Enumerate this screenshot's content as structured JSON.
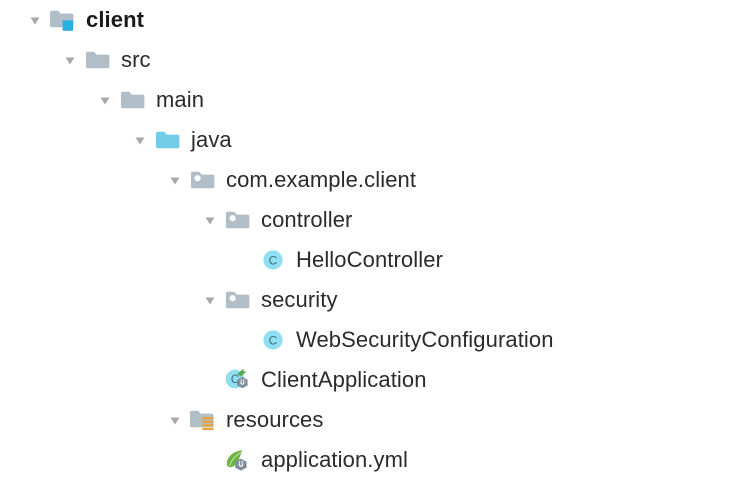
{
  "panel": {
    "name": "project-tool-window",
    "background": "#ffffff",
    "text_color": "#2b2b2b"
  },
  "colors": {
    "folder_gray": "#b1bec8",
    "folder_java": "#74cbe8",
    "module_badge_blue": "#29b0e3",
    "class_circle": "#90dff0",
    "class_letter": "#3b6b78",
    "resources_badge_orange": "#e8a33d",
    "spring_green": "#6db33f",
    "boot_badge_gray": "#7d8b96",
    "run_arrow_green": "#5aa84f",
    "arrow_triangle": "#a9a9a9"
  },
  "tree": {
    "nodes": [
      {
        "id": "client",
        "label": "client",
        "depth": 0,
        "icon": "module-folder-icon",
        "arrow": "chevron-down-icon",
        "expanded": true,
        "bold": true
      },
      {
        "id": "src",
        "label": "src",
        "depth": 1,
        "icon": "folder-icon",
        "arrow": "chevron-down-icon",
        "expanded": true,
        "bold": false
      },
      {
        "id": "main",
        "label": "main",
        "depth": 2,
        "icon": "folder-icon",
        "arrow": "chevron-down-icon",
        "expanded": true,
        "bold": false
      },
      {
        "id": "java",
        "label": "java",
        "depth": 3,
        "icon": "source-root-folder-icon",
        "arrow": "chevron-down-icon",
        "expanded": true,
        "bold": false
      },
      {
        "id": "com.example.client",
        "label": "com.example.client",
        "depth": 4,
        "icon": "package-icon",
        "arrow": "chevron-down-icon",
        "expanded": true,
        "bold": false
      },
      {
        "id": "controller",
        "label": "controller",
        "depth": 5,
        "icon": "package-icon",
        "arrow": "chevron-down-icon",
        "expanded": true,
        "bold": false
      },
      {
        "id": "HelloController",
        "label": "HelloController",
        "depth": 6,
        "icon": "java-class-icon",
        "arrow": "none",
        "expanded": false,
        "bold": false
      },
      {
        "id": "security",
        "label": "security",
        "depth": 5,
        "icon": "package-icon",
        "arrow": "chevron-down-icon",
        "expanded": true,
        "bold": false
      },
      {
        "id": "WebSecurityConfiguration",
        "label": "WebSecurityConfiguration",
        "depth": 6,
        "icon": "java-class-icon",
        "arrow": "none",
        "expanded": false,
        "bold": false
      },
      {
        "id": "ClientApplication",
        "label": "ClientApplication",
        "depth": 5,
        "icon": "spring-boot-application-class-icon",
        "arrow": "none",
        "expanded": false,
        "bold": false
      },
      {
        "id": "resources",
        "label": "resources",
        "depth": 4,
        "icon": "resources-root-folder-icon",
        "arrow": "chevron-down-icon",
        "expanded": true,
        "bold": false
      },
      {
        "id": "application.yml",
        "label": "application.yml",
        "depth": 5,
        "icon": "spring-config-file-icon",
        "arrow": "none",
        "expanded": false,
        "bold": false
      }
    ]
  },
  "icon_glyphs": {
    "class_letter": "C"
  }
}
